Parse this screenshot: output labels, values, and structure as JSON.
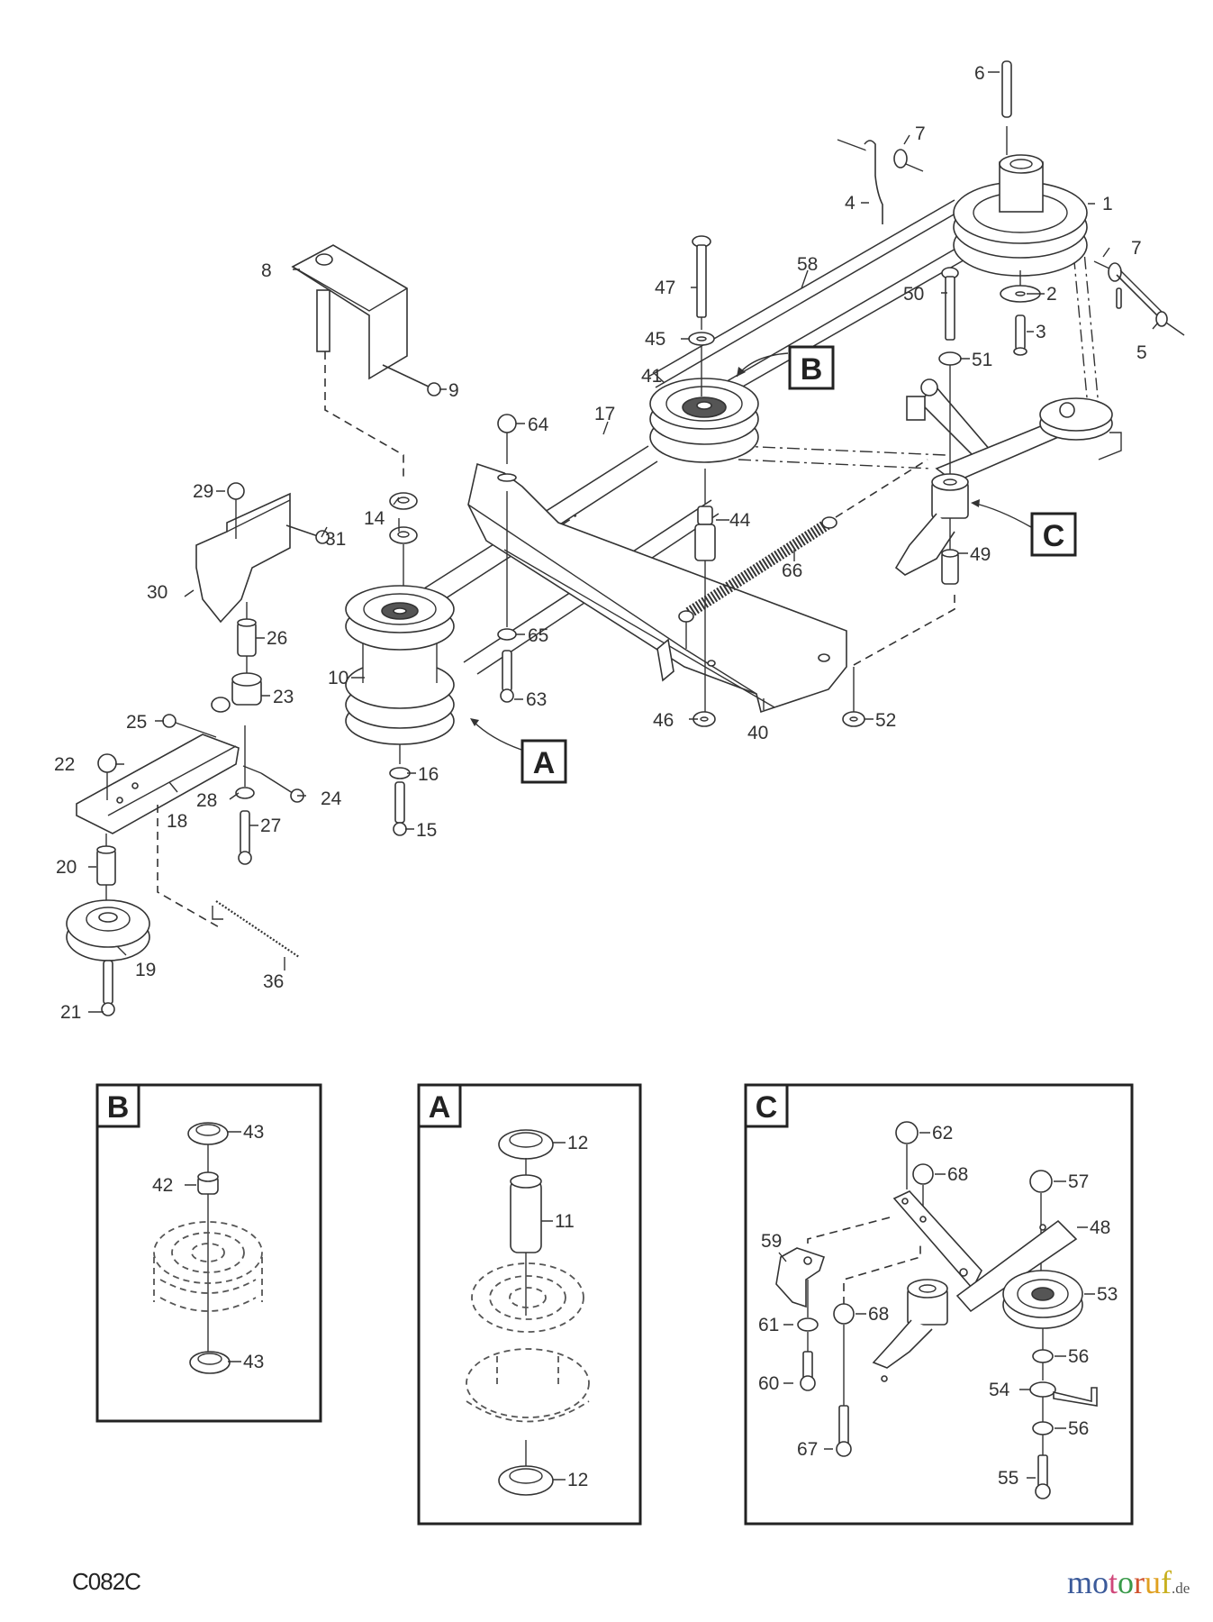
{
  "diagram": {
    "title_code": "C082C",
    "main_callouts": [
      "A",
      "B",
      "C"
    ],
    "part_labels": [
      "1",
      "2",
      "3",
      "4",
      "5",
      "6",
      "7",
      "7",
      "8",
      "9",
      "10",
      "14",
      "15",
      "16",
      "17",
      "18",
      "19",
      "20",
      "21",
      "22",
      "23",
      "24",
      "25",
      "26",
      "27",
      "28",
      "29",
      "30",
      "31",
      "36",
      "40",
      "41",
      "44",
      "45",
      "46",
      "47",
      "49",
      "50",
      "51",
      "52",
      "58",
      "63",
      "64",
      "65",
      "66"
    ],
    "insets": [
      {
        "callout": "B",
        "part_labels": [
          "43",
          "42",
          "43"
        ]
      },
      {
        "callout": "A",
        "part_labels": [
          "12",
          "11",
          "12"
        ]
      },
      {
        "callout": "C",
        "part_labels": [
          "62",
          "68",
          "57",
          "48",
          "59",
          "53",
          "61",
          "68",
          "56",
          "54",
          "60",
          "56",
          "67",
          "55"
        ]
      }
    ]
  },
  "watermark": {
    "letters": [
      {
        "ch": "m",
        "color": "#3b5a9a"
      },
      {
        "ch": "o",
        "color": "#3b5a9a"
      },
      {
        "ch": "t",
        "color": "#d0477a"
      },
      {
        "ch": "o",
        "color": "#3a9a4a"
      },
      {
        "ch": "r",
        "color": "#d0522e"
      },
      {
        "ch": "u",
        "color": "#e0a020"
      },
      {
        "ch": "f",
        "color": "#c8b020"
      }
    ],
    "suffix": ".de"
  }
}
